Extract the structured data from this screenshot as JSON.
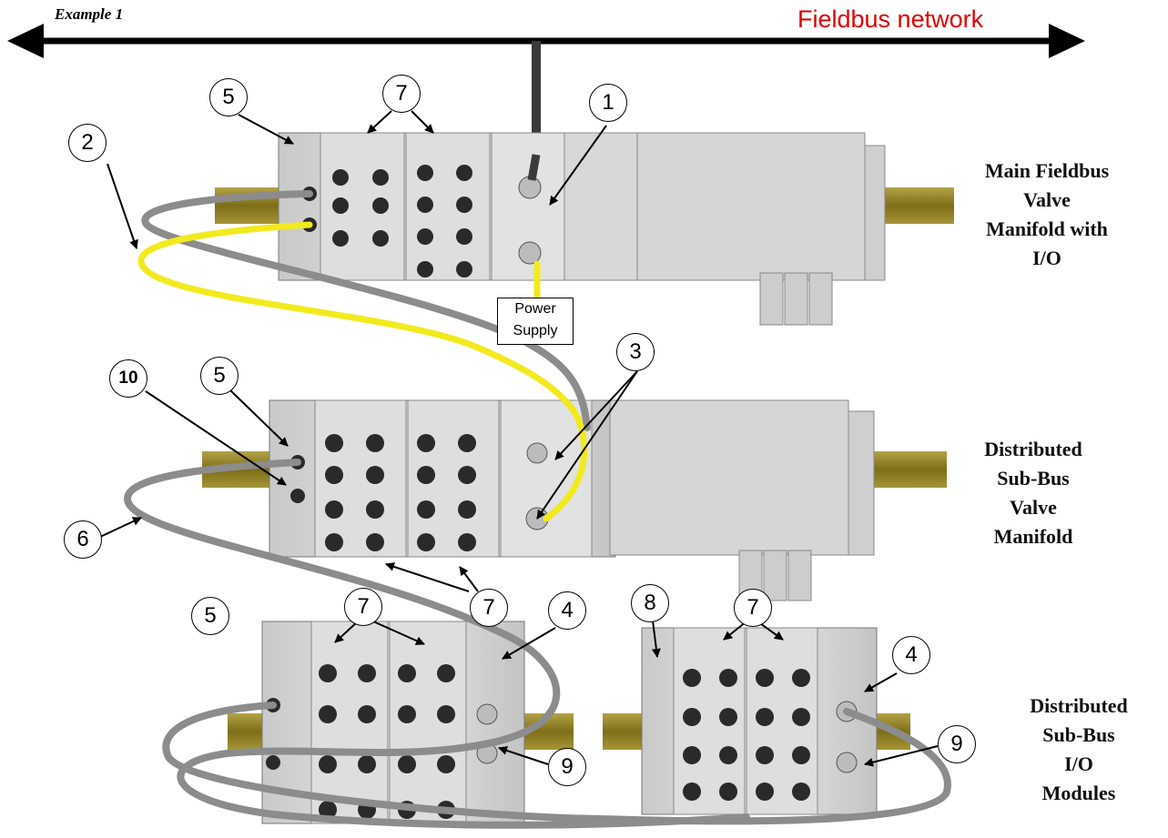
{
  "title": "Example 1",
  "network_label": "Fieldbus network",
  "power_supply": "Power Supply",
  "labels": {
    "main": [
      "Main Fieldbus",
      "Valve",
      "Manifold with",
      "I/O"
    ],
    "sub_valve": [
      "Distributed",
      "Sub-Bus",
      "Valve",
      "Manifold"
    ],
    "sub_io": [
      "Distributed",
      "Sub-Bus",
      "I/O",
      "Modules"
    ]
  },
  "callouts": [
    "1",
    "2",
    "3",
    "4",
    "5",
    "6",
    "7",
    "8",
    "9",
    "10"
  ],
  "colors": {
    "network": "#e00000",
    "power_cable": "#f2ea1d",
    "bus_cable": "#8c8c8c",
    "din_rail": "#8a7a20",
    "module": "#d9d9d9"
  }
}
